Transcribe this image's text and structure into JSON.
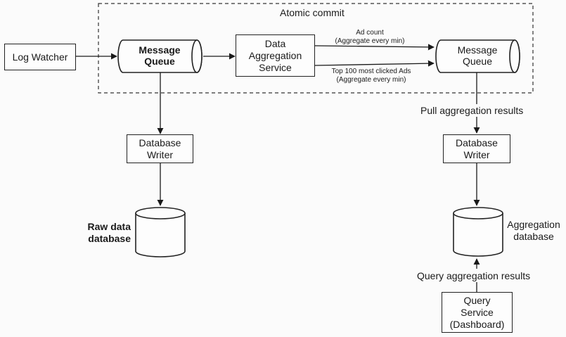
{
  "frame": {
    "title": "Atomic commit"
  },
  "nodes": {
    "log_watcher": "Log Watcher",
    "mq_left": {
      "line1": "Message",
      "line2": "Queue"
    },
    "aggregation_service": {
      "line1": "Data",
      "line2": "Aggregation",
      "line3": "Service"
    },
    "mq_right": {
      "line1": "Message",
      "line2": "Queue"
    },
    "db_writer_left": {
      "line1": "Database",
      "line2": "Writer"
    },
    "db_writer_right": {
      "line1": "Database",
      "line2": "Writer"
    },
    "raw_db": {
      "line1": "Raw data",
      "line2": "database"
    },
    "agg_db": {
      "line1": "Aggregation",
      "line2": "database"
    },
    "query_service": {
      "line1": "Query",
      "line2": "Service",
      "line3": "(Dashboard)"
    }
  },
  "edges": {
    "ad_count": {
      "line1": "Ad count",
      "line2": "(Aggregate every min)"
    },
    "top100": {
      "line1": "Top 100 most clicked Ads",
      "line2": "(Aggregate every min)"
    },
    "pull": "Pull aggregation results",
    "query": "Query aggregation results"
  }
}
